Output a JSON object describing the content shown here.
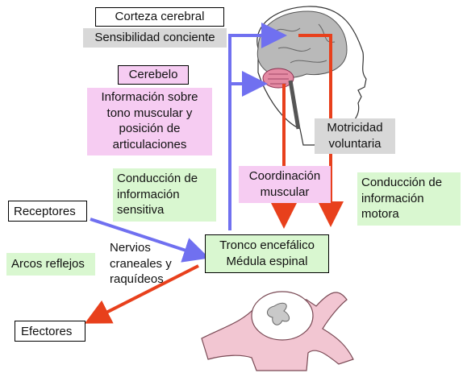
{
  "colors": {
    "sensory_arrow": "#7070f0",
    "motor_arrow": "#e8401c",
    "green_box": "#d9f7d0",
    "pink_box": "#f6ccf2",
    "gray_box": "#d8d8d8",
    "brain": "#b9b9b9",
    "cerebellum": "#e48aa3",
    "spinal_section": "#f2c6d2"
  },
  "labels": {
    "cerebral_cortex": "Corteza cerebral",
    "conscious_sensitivity": "Sensibilidad conciente",
    "cerebellum": "Cerebelo",
    "cerebellum_info": "Información sobre tono muscular y posición de articulaciones",
    "voluntary_motor": "Motricidad voluntaria",
    "sensory_conduction": "Conducción de información sensitiva",
    "muscle_coordination": "Coordinación muscular",
    "motor_conduction": "Conducción de información motora",
    "receptors": "Receptores",
    "nerves": "Nervios craneales y raquídeos",
    "brainstem": "Tronco encefálico Médula espinal",
    "reflex_arcs": "Arcos reflejos",
    "effectors": "Efectores"
  },
  "icons": [
    "brain-head-illustration",
    "spinal-cord-section-illustration"
  ]
}
